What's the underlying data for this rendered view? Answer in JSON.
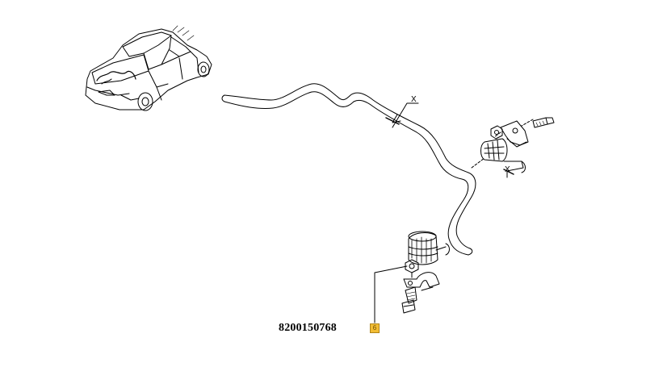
{
  "diagram": {
    "part_number": "8200150768",
    "callout_label": "6",
    "dimension_labels": [
      "X",
      "X"
    ],
    "colors": {
      "line": "#000000",
      "callout_badge": "#f2bd34",
      "callout_border": "#b08318"
    },
    "icons": [
      "car-icon",
      "anti-roll-bar",
      "bushing",
      "clamp-bracket",
      "bolt"
    ]
  }
}
